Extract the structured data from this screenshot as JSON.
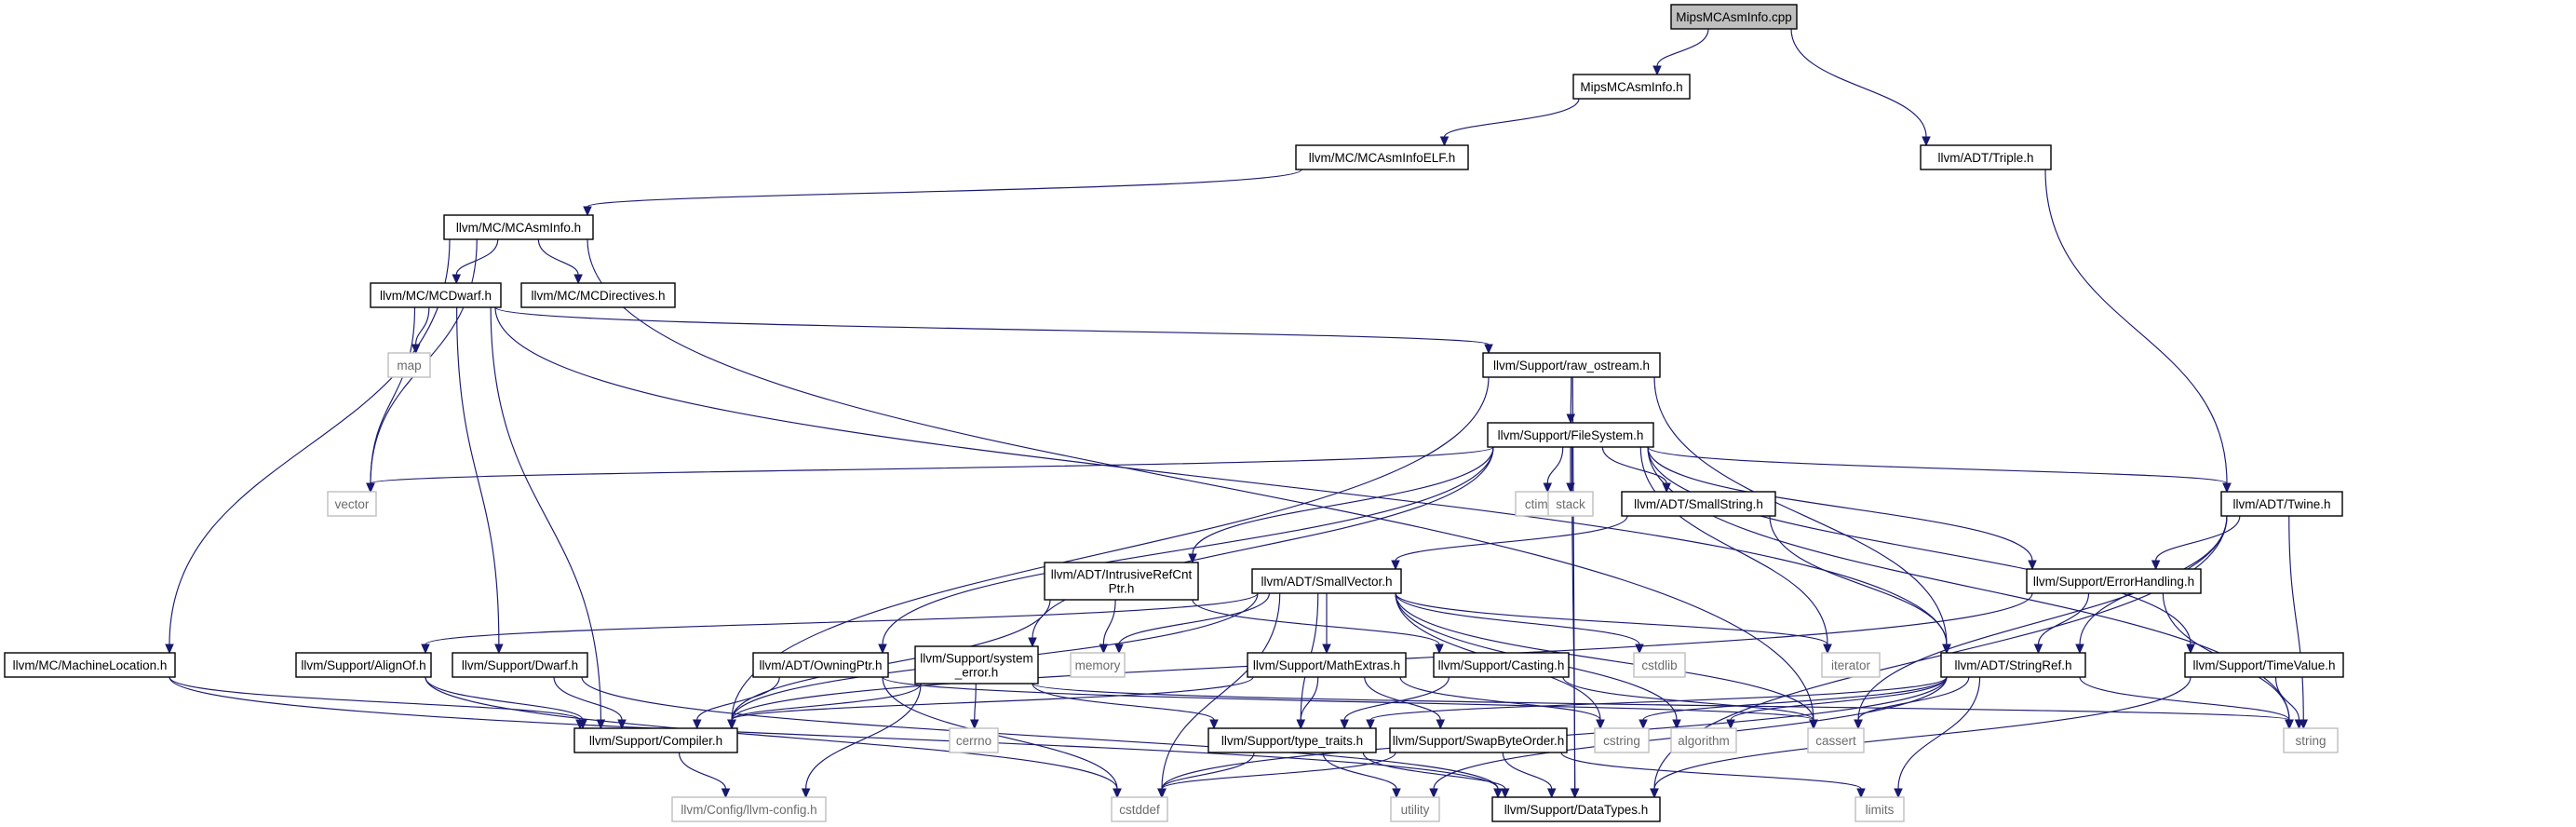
{
  "graph": {
    "nodes": [
      {
        "id": "mipsmcasminfo_cpp",
        "label": "MipsMCAsmInfo.cpp",
        "root": true
      },
      {
        "id": "mipsmcasminfo_h",
        "label": "MipsMCAsmInfo.h"
      },
      {
        "id": "mcasminfoelf",
        "label": "llvm/MC/MCAsmInfoELF.h"
      },
      {
        "id": "triple",
        "label": "llvm/ADT/Triple.h"
      },
      {
        "id": "mcasminfo",
        "label": "llvm/MC/MCAsmInfo.h"
      },
      {
        "id": "mcdwarf",
        "label": "llvm/MC/MCDwarf.h"
      },
      {
        "id": "mcdirectives",
        "label": "llvm/MC/MCDirectives.h"
      },
      {
        "id": "map",
        "label": "map",
        "system": true
      },
      {
        "id": "raw_ostream",
        "label": "llvm/Support/raw_ostream.h"
      },
      {
        "id": "filesystem",
        "label": "llvm/Support/FileSystem.h"
      },
      {
        "id": "vector",
        "label": "vector",
        "system": true
      },
      {
        "id": "ctime",
        "label": "ctime",
        "system": true
      },
      {
        "id": "stack",
        "label": "stack",
        "system": true
      },
      {
        "id": "smallstring",
        "label": "llvm/ADT/SmallString.h"
      },
      {
        "id": "twine",
        "label": "llvm/ADT/Twine.h"
      },
      {
        "id": "intrusiverefcntptr",
        "label": "llvm/ADT/IntrusiveRefCnt\nPtr.h"
      },
      {
        "id": "smallvector",
        "label": "llvm/ADT/SmallVector.h"
      },
      {
        "id": "errorhandling",
        "label": "llvm/Support/ErrorHandling.h"
      },
      {
        "id": "machinelocation",
        "label": "llvm/MC/MachineLocation.h"
      },
      {
        "id": "alignof",
        "label": "llvm/Support/AlignOf.h"
      },
      {
        "id": "dwarf",
        "label": "llvm/Support/Dwarf.h"
      },
      {
        "id": "owningptr",
        "label": "llvm/ADT/OwningPtr.h"
      },
      {
        "id": "system_error",
        "label": "llvm/Support/system\n_error.h"
      },
      {
        "id": "memory",
        "label": "memory",
        "system": true
      },
      {
        "id": "mathextras",
        "label": "llvm/Support/MathExtras.h"
      },
      {
        "id": "casting",
        "label": "llvm/Support/Casting.h"
      },
      {
        "id": "cstdlib",
        "label": "cstdlib",
        "system": true
      },
      {
        "id": "iterator",
        "label": "iterator",
        "system": true
      },
      {
        "id": "stringref",
        "label": "llvm/ADT/StringRef.h"
      },
      {
        "id": "timevalue",
        "label": "llvm/Support/TimeValue.h"
      },
      {
        "id": "compiler",
        "label": "llvm/Support/Compiler.h"
      },
      {
        "id": "cerrno",
        "label": "cerrno",
        "system": true
      },
      {
        "id": "type_traits",
        "label": "llvm/Support/type_traits.h"
      },
      {
        "id": "swapbyteorder",
        "label": "llvm/Support/SwapByteOrder.h"
      },
      {
        "id": "cstring",
        "label": "cstring",
        "system": true
      },
      {
        "id": "algorithm",
        "label": "algorithm",
        "system": true
      },
      {
        "id": "cassert",
        "label": "cassert",
        "system": true
      },
      {
        "id": "string",
        "label": "string",
        "system": true
      },
      {
        "id": "llvm_config",
        "label": "llvm/Config/llvm-config.h",
        "system": true
      },
      {
        "id": "cstddef",
        "label": "cstddef",
        "system": true
      },
      {
        "id": "utility",
        "label": "utility",
        "system": true
      },
      {
        "id": "datatypes",
        "label": "llvm/Support/DataTypes.h"
      },
      {
        "id": "limits",
        "label": "limits",
        "system": true
      }
    ],
    "edges": [
      [
        "mipsmcasminfo_cpp",
        "mipsmcasminfo_h"
      ],
      [
        "mipsmcasminfo_cpp",
        "triple"
      ],
      [
        "mipsmcasminfo_h",
        "mcasminfoelf"
      ],
      [
        "mcasminfoelf",
        "mcasminfo"
      ],
      [
        "triple",
        "twine"
      ],
      [
        "mcasminfo",
        "mcdwarf"
      ],
      [
        "mcasminfo",
        "mcdirectives"
      ],
      [
        "mcasminfo",
        "vector"
      ],
      [
        "mcasminfo",
        "machinelocation"
      ],
      [
        "mcasminfo",
        "cassert"
      ],
      [
        "mcdwarf",
        "map"
      ],
      [
        "mcdwarf",
        "vector"
      ],
      [
        "mcdwarf",
        "raw_ostream"
      ],
      [
        "mcdwarf",
        "stringref"
      ],
      [
        "mcdwarf",
        "dwarf"
      ],
      [
        "mcdwarf",
        "compiler"
      ],
      [
        "raw_ostream",
        "filesystem"
      ],
      [
        "raw_ostream",
        "stringref"
      ],
      [
        "raw_ostream",
        "compiler"
      ],
      [
        "raw_ostream",
        "datatypes"
      ],
      [
        "filesystem",
        "vector"
      ],
      [
        "filesystem",
        "ctime"
      ],
      [
        "filesystem",
        "stack"
      ],
      [
        "filesystem",
        "smallstring"
      ],
      [
        "filesystem",
        "twine"
      ],
      [
        "filesystem",
        "intrusiverefcntptr"
      ],
      [
        "filesystem",
        "owningptr"
      ],
      [
        "filesystem",
        "system_error"
      ],
      [
        "filesystem",
        "errorhandling"
      ],
      [
        "filesystem",
        "timevalue"
      ],
      [
        "filesystem",
        "iterator"
      ],
      [
        "filesystem",
        "string"
      ],
      [
        "filesystem",
        "datatypes"
      ],
      [
        "smallstring",
        "smallvector"
      ],
      [
        "smallstring",
        "stringref"
      ],
      [
        "twine",
        "errorhandling"
      ],
      [
        "twine",
        "stringref"
      ],
      [
        "twine",
        "cassert"
      ],
      [
        "twine",
        "string"
      ],
      [
        "twine",
        "datatypes"
      ],
      [
        "intrusiverefcntptr",
        "memory"
      ],
      [
        "intrusiverefcntptr",
        "compiler"
      ],
      [
        "intrusiverefcntptr",
        "casting"
      ],
      [
        "smallvector",
        "alignof"
      ],
      [
        "smallvector",
        "compiler"
      ],
      [
        "smallvector",
        "mathextras"
      ],
      [
        "smallvector",
        "type_traits"
      ],
      [
        "smallvector",
        "memory"
      ],
      [
        "smallvector",
        "cstdlib"
      ],
      [
        "smallvector",
        "iterator"
      ],
      [
        "smallvector",
        "algorithm"
      ],
      [
        "smallvector",
        "cstring"
      ],
      [
        "smallvector",
        "cassert"
      ],
      [
        "smallvector",
        "cstddef"
      ],
      [
        "errorhandling",
        "stringref"
      ],
      [
        "errorhandling",
        "compiler"
      ],
      [
        "errorhandling",
        "string"
      ],
      [
        "machinelocation",
        "compiler"
      ],
      [
        "machinelocation",
        "datatypes"
      ],
      [
        "alignof",
        "compiler"
      ],
      [
        "alignof",
        "cstddef"
      ],
      [
        "dwarf",
        "compiler"
      ],
      [
        "dwarf",
        "datatypes"
      ],
      [
        "owningptr",
        "compiler"
      ],
      [
        "owningptr",
        "cassert"
      ],
      [
        "owningptr",
        "cstddef"
      ],
      [
        "system_error",
        "cerrno"
      ],
      [
        "system_error",
        "compiler"
      ],
      [
        "system_error",
        "type_traits"
      ],
      [
        "system_error",
        "string"
      ],
      [
        "system_error",
        "llvm_config"
      ],
      [
        "mathextras",
        "compiler"
      ],
      [
        "mathextras",
        "swapbyteorder"
      ],
      [
        "mathextras",
        "type_traits"
      ],
      [
        "mathextras",
        "cstring"
      ],
      [
        "casting",
        "type_traits"
      ],
      [
        "casting",
        "cassert"
      ],
      [
        "stringref",
        "type_traits"
      ],
      [
        "stringref",
        "algorithm"
      ],
      [
        "stringref",
        "cassert"
      ],
      [
        "stringref",
        "cstddef"
      ],
      [
        "stringref",
        "cstring"
      ],
      [
        "stringref",
        "limits"
      ],
      [
        "stringref",
        "string"
      ],
      [
        "stringref",
        "utility"
      ],
      [
        "timevalue",
        "datatypes"
      ],
      [
        "timevalue",
        "string"
      ],
      [
        "compiler",
        "llvm_config"
      ],
      [
        "type_traits",
        "datatypes"
      ],
      [
        "type_traits",
        "cstddef"
      ],
      [
        "type_traits",
        "utility"
      ],
      [
        "swapbyteorder",
        "datatypes"
      ],
      [
        "swapbyteorder",
        "cstddef"
      ],
      [
        "swapbyteorder",
        "limits"
      ]
    ]
  }
}
